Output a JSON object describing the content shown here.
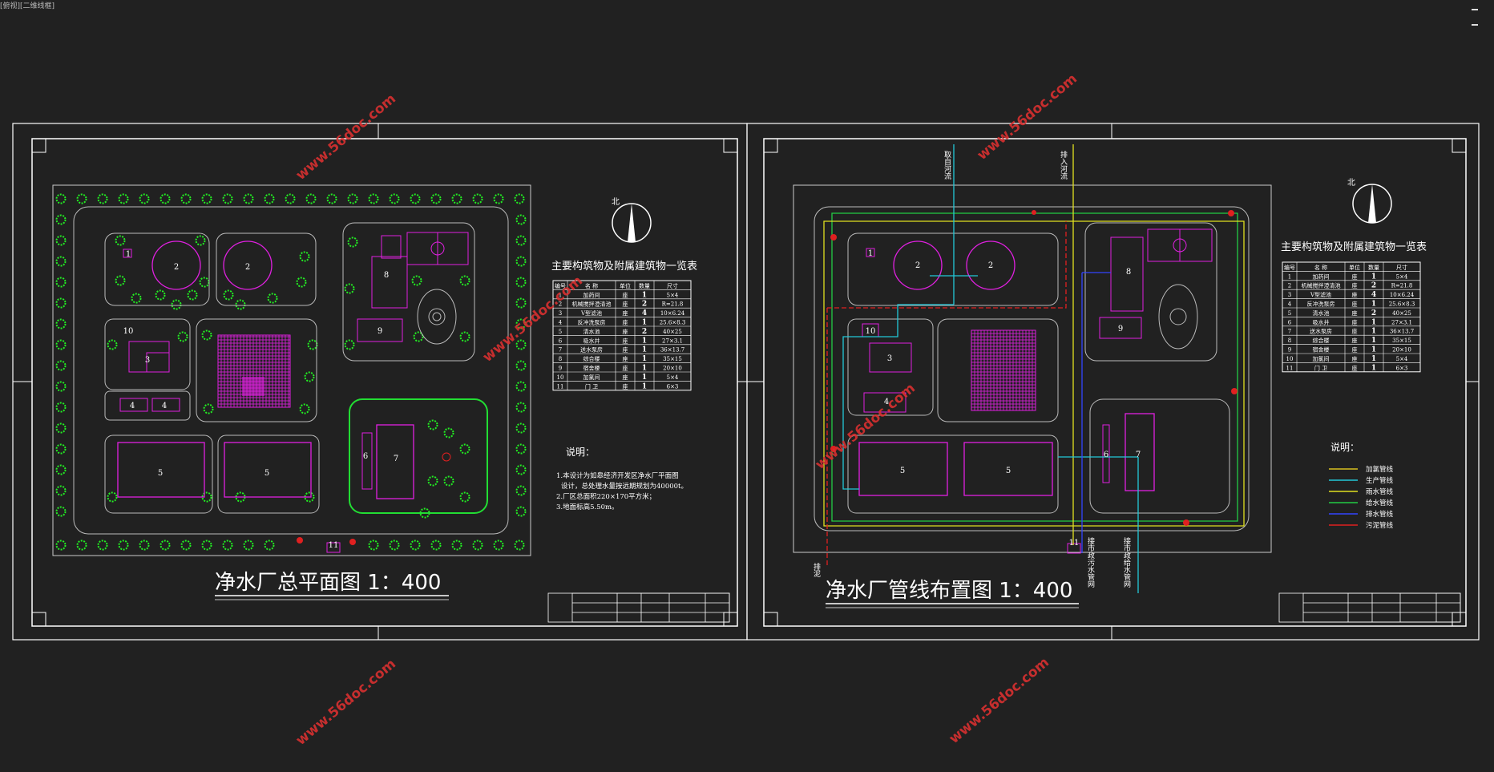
{
  "window": {
    "title": "[俯视][二维线框]"
  },
  "watermark": "www.56doc.com",
  "north": "北",
  "left": {
    "title": "净水厂总平面图 1：400",
    "table_title": "主要构筑物及附属建筑物一览表",
    "notes_title": "说明：",
    "notes": [
      "1.本设计为如皋经济开发区净水厂平面图",
      "设计，总处理水量按远期规划为40000t。",
      "2.厂区总面积220×170平方米；",
      "3.地面标高5.50m。"
    ],
    "map_labels": [
      "1",
      "2",
      "2",
      "10",
      "3",
      "8",
      "9",
      "4",
      "4",
      "5",
      "5",
      "6",
      "7",
      "11"
    ]
  },
  "right": {
    "title": "净水厂管线布置图 1：400",
    "table_title": "主要构筑物及附属建筑物一览表",
    "notes_title": "说明：",
    "legend": [
      {
        "label": "加氯管线",
        "color": "#d8c020"
      },
      {
        "label": "生产管线",
        "color": "#22c8d8"
      },
      {
        "label": "雨水管线",
        "color": "#e0e020"
      },
      {
        "label": "给水管线",
        "color": "#22cc44"
      },
      {
        "label": "排水管线",
        "color": "#3344ff"
      },
      {
        "label": "污泥管线",
        "color": "#e02020"
      }
    ],
    "pipe_labels": {
      "intake": "取自河流",
      "discharge": "排入河流",
      "sludge": "排泥",
      "sewer": "接市政污水管网",
      "supply": "接市政给水管网"
    },
    "map_labels": [
      "1",
      "2",
      "2",
      "10",
      "3",
      "8",
      "9",
      "4",
      "5",
      "5",
      "6",
      "7",
      "11"
    ]
  },
  "table": {
    "headers": [
      "编号",
      "名 称",
      "单位",
      "数量",
      "尺寸"
    ],
    "rows": [
      [
        "1",
        "加药间",
        "座",
        "1",
        "5×4"
      ],
      [
        "2",
        "机械搅拌澄清池",
        "座",
        "2",
        "R=21.8"
      ],
      [
        "3",
        "V型滤池",
        "座",
        "4",
        "10×6.24"
      ],
      [
        "4",
        "反冲洗泵房",
        "座",
        "1",
        "25.6×8.3"
      ],
      [
        "5",
        "清水池",
        "座",
        "2",
        "40×25"
      ],
      [
        "6",
        "吸水井",
        "座",
        "1",
        "27×3.1"
      ],
      [
        "7",
        "送水泵房",
        "座",
        "1",
        "36×13.7"
      ],
      [
        "8",
        "综合楼",
        "座",
        "1",
        "35×15"
      ],
      [
        "9",
        "宿舍楼",
        "座",
        "1",
        "20×10"
      ],
      [
        "10",
        "加氯间",
        "座",
        "1",
        "5×4"
      ],
      [
        "11",
        "门 卫",
        "座",
        "1",
        "6×3"
      ]
    ]
  },
  "colors": {
    "frame": "#ffffff",
    "building": "#e020e0",
    "tree": "#22ee22",
    "road": "#bbbbbb",
    "watermark": "#d83030"
  }
}
